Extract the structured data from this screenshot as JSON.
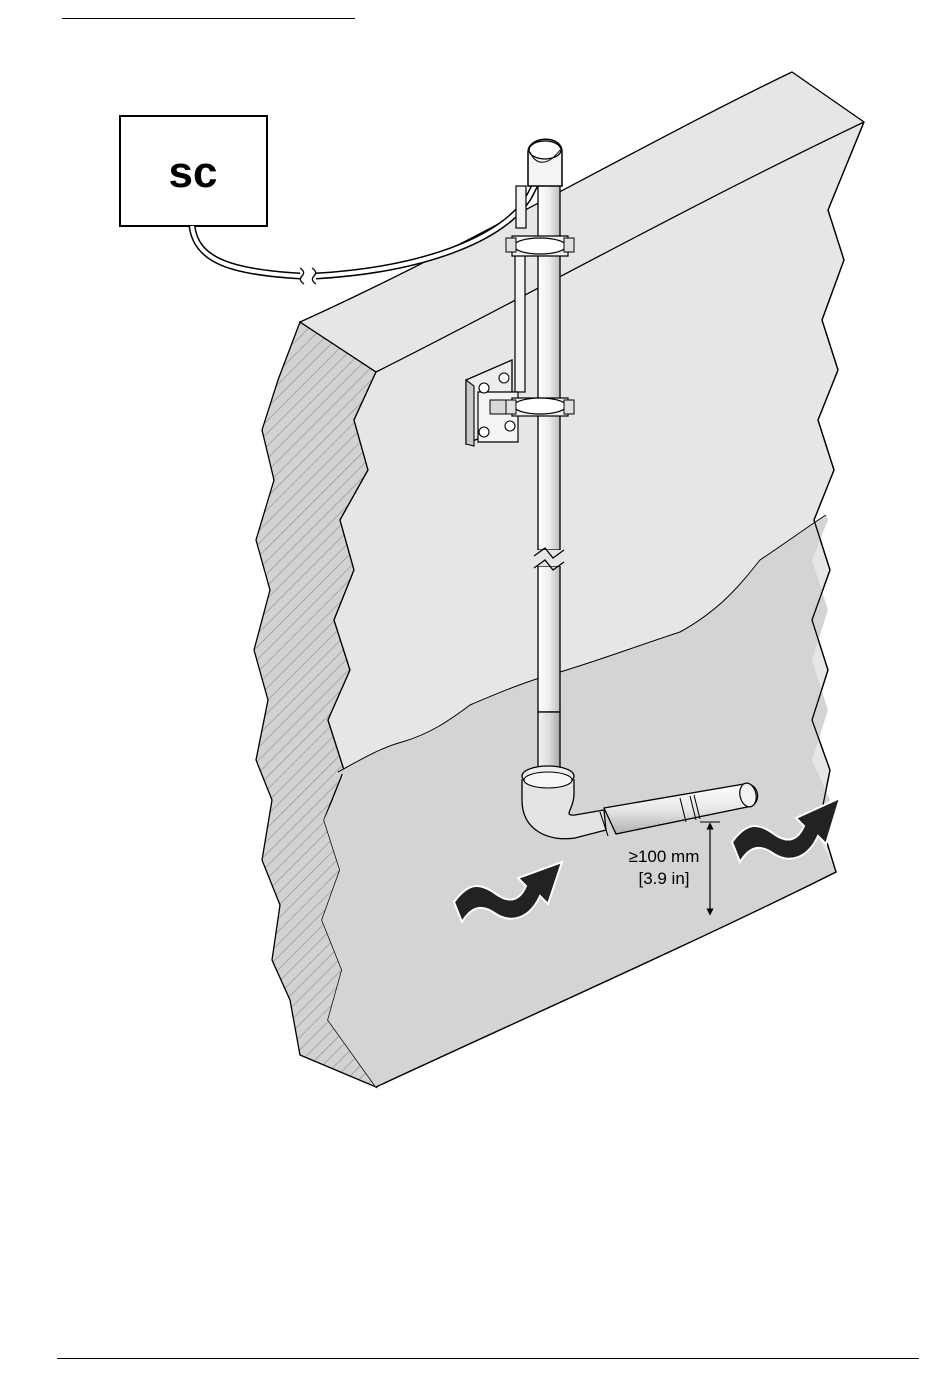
{
  "controller": {
    "label": "sc"
  },
  "dimension": {
    "metric": "≥100 mm",
    "imperial": "[3.9 in]"
  },
  "colors": {
    "wall_top": "#e6e6e6",
    "water": "#d4d4d4",
    "wall_side": "#c8c8c8",
    "hatch": "#8c8c8c",
    "pipe_fill": "#f2f2f2",
    "flow_arrow": "#222222",
    "outline": "#000000"
  },
  "icons": {
    "flow_in": "flow-arrow-icon",
    "flow_out": "flow-arrow-icon",
    "cable_break": "break-symbol-icon",
    "pipe_break": "break-symbol-icon"
  }
}
